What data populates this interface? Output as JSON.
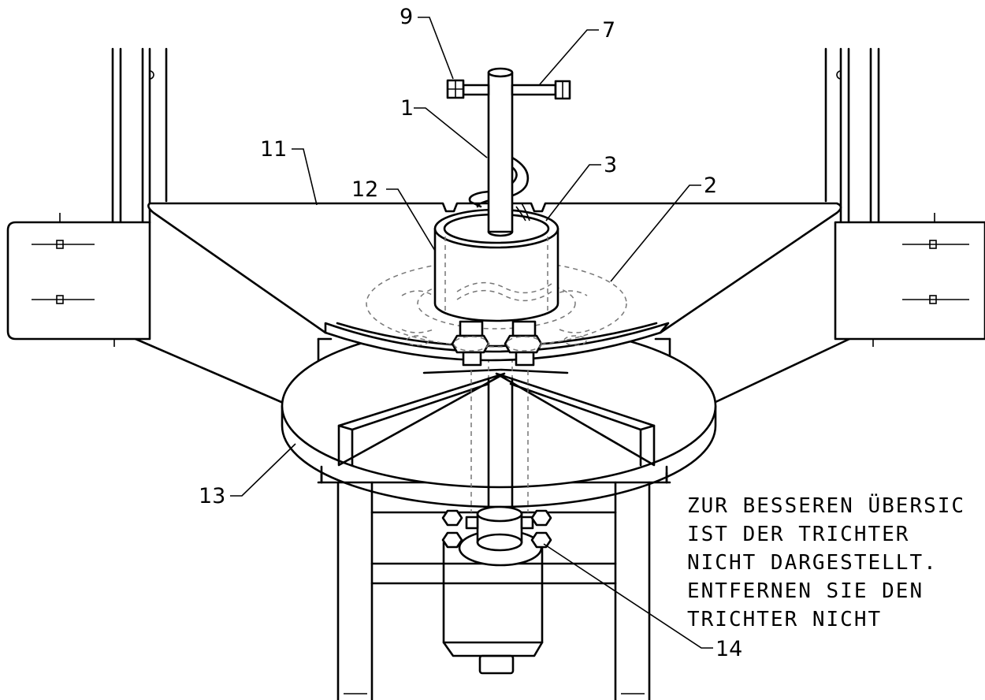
{
  "callouts": {
    "c1": "1",
    "c2": "2",
    "c3": "3",
    "c7": "7",
    "c9": "9",
    "c11": "11",
    "c12": "12",
    "c13": "13",
    "c14": "14"
  },
  "note": {
    "lines": [
      "ZUR BESSEREN ÜBERSIC",
      "IST DER TRICHTER",
      "NICHT DARGESTELLT.",
      "ENTFERNEN SIE DEN",
      "TRICHTER NICHT"
    ]
  }
}
